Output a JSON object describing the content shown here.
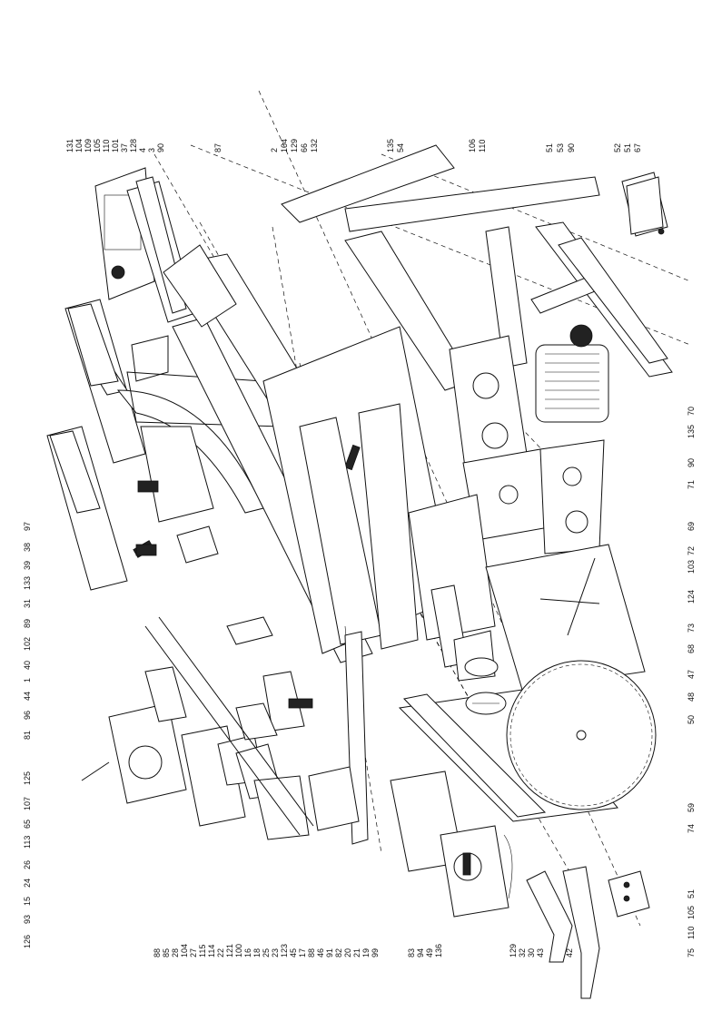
{
  "diagram": {
    "labels": {
      "left_top_col": [
        "131",
        "104",
        "109",
        "105",
        "110",
        "101",
        "37",
        "128",
        "4",
        "3",
        "90"
      ],
      "top_mid_a": [
        "87"
      ],
      "top_mid_b": [
        "2",
        "104",
        "129",
        "66",
        "132"
      ],
      "top_right_a": [
        "135",
        "54"
      ],
      "top_right_b": [
        "106",
        "110"
      ],
      "top_right_c": [
        "51",
        "53",
        "90"
      ],
      "top_right_d": [
        "52",
        "51",
        "67"
      ],
      "right_col": [
        "70",
        "135",
        "90",
        "71",
        "69",
        "72",
        "103",
        "124",
        "73",
        "68",
        "47",
        "48",
        "50",
        "59",
        "74"
      ],
      "right_bottom": [
        "51",
        "105",
        "110",
        "75"
      ],
      "bottom_col": [
        "88",
        "85",
        "28",
        "104",
        "27",
        "115",
        "114",
        "22",
        "121",
        "100",
        "16",
        "18",
        "25",
        "23",
        "123",
        "45",
        "17",
        "88",
        "46",
        "91",
        "82",
        "20",
        "21",
        "19",
        "99",
        "83",
        "94",
        "49",
        "136",
        "129",
        "32",
        "30",
        "43",
        "42"
      ],
      "left_col": [
        "97",
        "38",
        "39",
        "133",
        "31",
        "89",
        "102",
        "40",
        "1",
        "44",
        "96",
        "81",
        "125",
        "107",
        "65",
        "113",
        "26",
        "24",
        "15",
        "93",
        "126"
      ]
    },
    "icons": [
      "saw-blade-icon",
      "motor-icon",
      "switch-box-icon",
      "wrench-icon",
      "push-stick-icon"
    ]
  }
}
